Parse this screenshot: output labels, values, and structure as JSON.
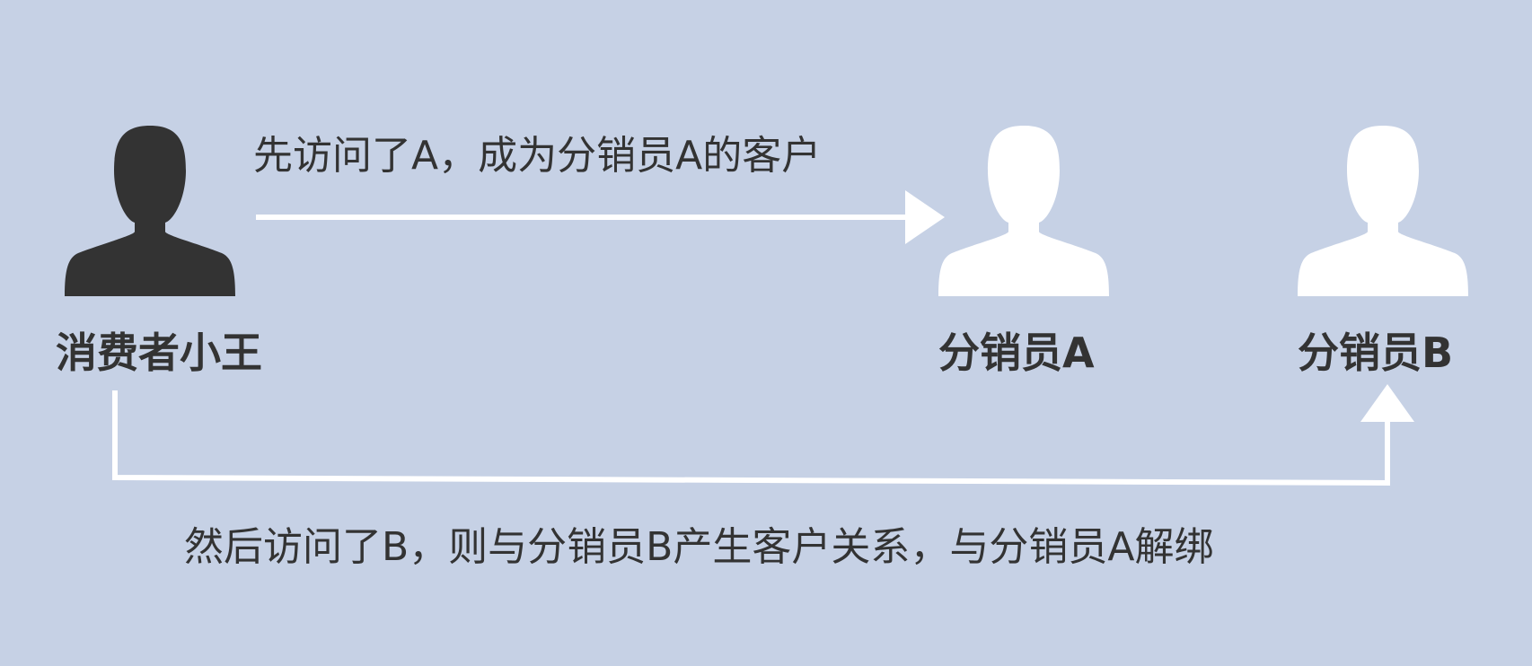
{
  "nodes": {
    "consumer": {
      "label": "消费者小王",
      "icon": "person-icon",
      "color": "#333333"
    },
    "distributor_a": {
      "label": "分销员A",
      "icon": "person-icon",
      "color": "#ffffff"
    },
    "distributor_b": {
      "label": "分销员B",
      "icon": "person-icon",
      "color": "#ffffff"
    }
  },
  "edges": {
    "first_visit": {
      "label": "先访问了A，成为分销员A的客户"
    },
    "second_visit": {
      "label": "然后访问了B，则与分销员B产生客户关系，与分销员A解绑"
    }
  },
  "colors": {
    "background": "#c6d1e5",
    "text": "#333333",
    "arrow": "#ffffff"
  }
}
